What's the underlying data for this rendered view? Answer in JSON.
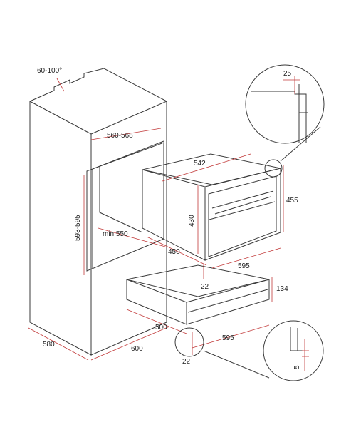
{
  "labels": {
    "depth_angle": "60-100°",
    "niche_width": "560-568",
    "niche_height": "593-595",
    "niche_depth_min": "min 550",
    "cabinet_depth": "580",
    "cabinet_width": "600",
    "oven_width_top": "542",
    "oven_depth": "450",
    "oven_inner_height": "430",
    "oven_height": "455",
    "oven_front_width": "595",
    "oven_gap": "22",
    "drawer_height": "134",
    "drawer_depth": "500",
    "drawer_front_width": "595",
    "drawer_gap": "22",
    "detail_top": "25",
    "detail_bottom": "5"
  },
  "colors": {
    "line": "#3a3a3a",
    "dimension": "#c23a3a",
    "text": "#222222"
  }
}
